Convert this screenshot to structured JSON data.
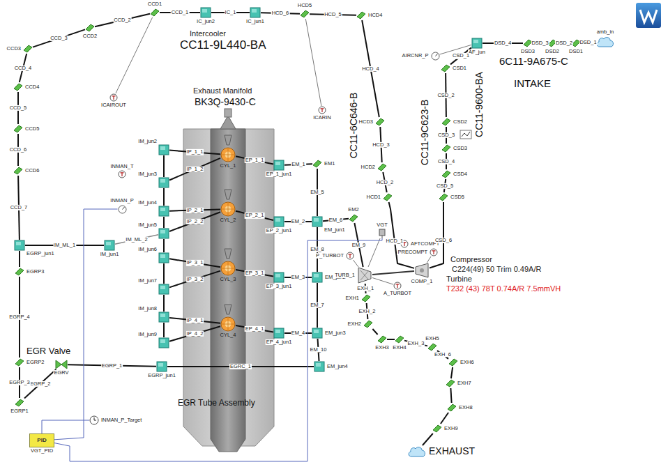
{
  "diagram": {
    "nodes": [
      {
        "text": [
          "amb_in"
        ]
      },
      {
        "text": [
          "DSD1"
        ]
      },
      {
        "text": [
          "DSD2"
        ]
      },
      {
        "text": [
          "DSD3"
        ]
      },
      {
        "text": [
          "AF_jun"
        ]
      },
      {
        "text": [
          "AIRCNR_P"
        ]
      },
      {
        "text": [
          "CSD1"
        ]
      },
      {
        "text": [
          "CSD2"
        ]
      },
      {
        "text": [
          "CSD3"
        ]
      },
      {
        "text": [
          "CSD4"
        ]
      },
      {
        "text": [
          "CSD5"
        ]
      },
      {
        "text": [
          "COMP_1"
        ]
      },
      {
        "text": [
          "PRECOMPT"
        ]
      },
      {
        "text": [
          "AFTCOMPT"
        ]
      },
      {
        "text": [
          "HCD1"
        ]
      },
      {
        "text": [
          "HCD2"
        ]
      },
      {
        "text": [
          "HCD3"
        ]
      },
      {
        "text": [
          "HCD4"
        ]
      },
      {
        "text": [
          "HCD5"
        ]
      },
      {
        "text": [
          "ICARIN"
        ]
      },
      {
        "text": [
          "IC_jun1"
        ]
      },
      {
        "text": [
          "IC_jun2"
        ]
      },
      {
        "text": [
          "CCD1"
        ]
      },
      {
        "text": [
          "ICAIROUT"
        ]
      },
      {
        "text": [
          "CCD2"
        ]
      },
      {
        "text": [
          "CCD3"
        ]
      },
      {
        "text": [
          "CCD4"
        ]
      },
      {
        "text": [
          "CCD5"
        ]
      },
      {
        "text": [
          "CCD6"
        ]
      },
      {
        "text": [
          "EGRP_jun1"
        ]
      },
      {
        "text": [
          "IM_jun1"
        ]
      },
      {
        "text": [
          "IM_jun2"
        ]
      },
      {
        "text": [
          "IM_jun3"
        ]
      },
      {
        "text": [
          "IM_jun4"
        ]
      },
      {
        "text": [
          "IM_jun5"
        ]
      },
      {
        "text": [
          "IM_jun6"
        ]
      },
      {
        "text": [
          "IM_jun7"
        ]
      },
      {
        "text": [
          "IM_jun8"
        ]
      },
      {
        "text": [
          "IM_jun9"
        ]
      },
      {
        "text": [
          "INMAN_P"
        ]
      },
      {
        "text": [
          "INMAN_T"
        ]
      },
      {
        "text": [
          "CYL_1"
        ]
      },
      {
        "text": [
          "CYL_2"
        ]
      },
      {
        "text": [
          "CYL_3"
        ]
      },
      {
        "text": [
          "CYL_4"
        ]
      },
      {
        "text": [
          "EP_1_jun1"
        ]
      },
      {
        "text": [
          "EP_2_jun1"
        ]
      },
      {
        "text": [
          "EP_3_jun1"
        ]
      },
      {
        "text": [
          "EP_4_jun1"
        ]
      },
      {
        "text": [
          "EM1"
        ]
      },
      {
        "text": [
          "EM_jun1"
        ]
      },
      {
        "text": [
          "EM_jun2"
        ]
      },
      {
        "text": [
          "EM_jun3"
        ]
      },
      {
        "text": [
          "EM_jun4"
        ]
      },
      {
        "text": [
          "EM2"
        ]
      },
      {
        "text": [
          "VGT"
        ]
      },
      {
        "text": [
          "TURB_1"
        ]
      },
      {
        "text": [
          "P_TURBOT"
        ]
      },
      {
        "text": [
          "A_TURBOT"
        ]
      },
      {
        "text": [
          "EXH1"
        ]
      },
      {
        "text": [
          "EXH2"
        ]
      },
      {
        "text": [
          "EXH3"
        ]
      },
      {
        "text": [
          "EXH4"
        ]
      },
      {
        "text": [
          "EXH5"
        ]
      },
      {
        "text": [
          "EXH6"
        ]
      },
      {
        "text": [
          "EXH7"
        ]
      },
      {
        "text": [
          "EXH8"
        ]
      },
      {
        "text": [
          "EXH9"
        ]
      },
      {
        "text": [
          "EXHAUST"
        ]
      },
      {
        "text": [
          "EGRP3"
        ]
      },
      {
        "text": [
          "EGRP2"
        ]
      },
      {
        "text": [
          "EGRP1"
        ]
      },
      {
        "text": [
          "EGRV"
        ]
      },
      {
        "text": [
          "EGRP_jun1"
        ]
      },
      {
        "text": [
          "PID",
          "VGT_PID"
        ]
      },
      {
        "text": [
          "INMAN_P_Target"
        ]
      }
    ],
    "edges": [
      {
        "from": 0,
        "to": 1,
        "label": "DSD_1",
        "arrow": "none"
      },
      {
        "from": 1,
        "to": 2,
        "label": "DSD_2",
        "arrow": "none"
      },
      {
        "from": 2,
        "to": 3,
        "label": "DSD_3",
        "arrow": "none"
      },
      {
        "from": 3,
        "to": 4,
        "label": "DSD_4",
        "arrow": "none"
      },
      {
        "from": 5,
        "to": 4,
        "arrow": "none"
      },
      {
        "from": 4,
        "to": 6,
        "label": "CSD_1",
        "arrow": "none"
      },
      {
        "from": 6,
        "to": 7,
        "label": "CSD_2",
        "arrow": "none"
      },
      {
        "from": 7,
        "to": 8,
        "label": "CSD_3",
        "arrow": "none"
      },
      {
        "from": 8,
        "to": 9,
        "label": "CSD_4",
        "arrow": "none"
      },
      {
        "from": 9,
        "to": 10,
        "label": "CSD_5",
        "arrow": "none"
      },
      {
        "from": 10,
        "to": 11,
        "label": "CSD_6",
        "arrow": "none"
      },
      {
        "from": 12,
        "to": 11,
        "arrow": "none"
      },
      {
        "from": 11,
        "to": 14,
        "label": "HCD_1",
        "arrow": "none"
      },
      {
        "from": 14,
        "to": 15,
        "label": "HCD_2",
        "arrow": "none"
      },
      {
        "from": 15,
        "to": 16,
        "label": "HCD_3",
        "arrow": "none"
      },
      {
        "from": 16,
        "to": 17,
        "label": "HCD_4",
        "arrow": "none"
      },
      {
        "from": 17,
        "to": 18,
        "label": "HCD_5",
        "arrow": "none"
      },
      {
        "from": 19,
        "to": 18,
        "arrow": "none"
      },
      {
        "from": 18,
        "to": 20,
        "label": "HCD_6",
        "arrow": "none"
      },
      {
        "from": 20,
        "to": 21,
        "label": "IC_1",
        "arrow": "none"
      },
      {
        "from": 21,
        "to": 22,
        "label": "CCD_1",
        "arrow": "none"
      },
      {
        "from": 23,
        "to": 22,
        "arrow": "none"
      },
      {
        "from": 22,
        "to": 24,
        "label": "CCD_2",
        "arrow": "none"
      },
      {
        "from": 24,
        "to": 25,
        "label": "CCD_3",
        "arrow": "none"
      },
      {
        "from": 25,
        "to": 26,
        "label": "CCD_4",
        "arrow": "none"
      },
      {
        "from": 26,
        "to": 27,
        "label": "CCD_5",
        "arrow": "none"
      },
      {
        "from": 27,
        "to": 28,
        "label": "CCD_6",
        "arrow": "none"
      },
      {
        "from": 28,
        "to": 29,
        "label": "CCD_7",
        "arrow": "none"
      },
      {
        "from": 29,
        "to": 30,
        "label": "IM_ML_1",
        "arrow": "none"
      },
      {
        "from": 30,
        "to": 34,
        "label": "IM_ML_2",
        "arrow": "none"
      },
      {
        "from": 31,
        "to": 32,
        "arrow": "none"
      },
      {
        "from": 32,
        "to": 33,
        "arrow": "none"
      },
      {
        "from": 33,
        "to": 34,
        "arrow": "none"
      },
      {
        "from": 34,
        "to": 35,
        "arrow": "none"
      },
      {
        "from": 35,
        "to": 36,
        "arrow": "none"
      },
      {
        "from": 36,
        "to": 37,
        "arrow": "none"
      },
      {
        "from": 37,
        "to": 38,
        "arrow": "none"
      },
      {
        "from": 31,
        "to": 41,
        "label": "IP_1_1",
        "arrow": "none"
      },
      {
        "from": 32,
        "to": 41,
        "label": "IP_1_2",
        "arrow": "none"
      },
      {
        "from": 33,
        "to": 42,
        "label": "IP_2_1",
        "arrow": "none"
      },
      {
        "from": 34,
        "to": 42,
        "label": "IP_2_2",
        "arrow": "none"
      },
      {
        "from": 35,
        "to": 43,
        "label": "IP_3_1",
        "arrow": "none"
      },
      {
        "from": 36,
        "to": 43,
        "label": "IP_3_2",
        "arrow": "none"
      },
      {
        "from": 37,
        "to": 44,
        "label": "IP_4_1",
        "arrow": "none"
      },
      {
        "from": 38,
        "to": 44,
        "label": "IP_4_2",
        "arrow": "none"
      },
      {
        "from": 41,
        "to": 45,
        "label": "EP_1_1",
        "arrow": "none"
      },
      {
        "from": 42,
        "to": 46,
        "label": "EP_2_1",
        "arrow": "none"
      },
      {
        "from": 43,
        "to": 47,
        "label": "EP_3_1",
        "arrow": "none"
      },
      {
        "from": 44,
        "to": 48,
        "label": "EP_4_1",
        "arrow": "none"
      },
      {
        "from": 45,
        "to": 49,
        "label": "EM_1",
        "arrow": "none"
      },
      {
        "from": 46,
        "to": 50,
        "label": "EM_2",
        "arrow": "none"
      },
      {
        "from": 47,
        "to": 51,
        "label": "EM_3",
        "arrow": "none"
      },
      {
        "from": 48,
        "to": 52,
        "label": "EM_4",
        "arrow": "none"
      },
      {
        "from": 49,
        "to": 50,
        "label": "EM_5",
        "arrow": "none"
      },
      {
        "from": 50,
        "to": 51,
        "label": "EM_8",
        "arrow": "none"
      },
      {
        "from": 51,
        "to": 52,
        "label": "EM_7",
        "arrow": "none"
      },
      {
        "from": 52,
        "to": 53,
        "label": "EM_10",
        "arrow": "none"
      },
      {
        "from": 50,
        "to": 54,
        "label": "EM_6",
        "arrow": "none"
      },
      {
        "from": 54,
        "to": 56,
        "label": "EM_9",
        "arrow": "none"
      },
      {
        "from": 55,
        "to": 56,
        "arrow": "none"
      },
      {
        "from": 57,
        "to": 56,
        "arrow": "none"
      },
      {
        "from": 58,
        "to": 56,
        "arrow": "none"
      },
      {
        "from": 56,
        "to": 11,
        "arrow": "none"
      },
      {
        "from": 56,
        "to": 59,
        "label": "EXH_1",
        "arrow": "none"
      },
      {
        "from": 59,
        "to": 60,
        "label": "EXH_2",
        "arrow": "none"
      },
      {
        "from": 60,
        "to": 61,
        "arrow": "none"
      },
      {
        "from": 61,
        "to": 62,
        "arrow": "none"
      },
      {
        "from": 62,
        "to": 63,
        "label": "EXH_3",
        "arrow": "none"
      },
      {
        "from": 63,
        "to": 64,
        "label": "EXH_6",
        "arrow": "none"
      },
      {
        "from": 64,
        "to": 65,
        "arrow": "none"
      },
      {
        "from": 65,
        "to": 66,
        "arrow": "none"
      },
      {
        "from": 66,
        "to": 67,
        "arrow": "none"
      },
      {
        "from": 67,
        "to": 68,
        "arrow": "none"
      },
      {
        "from": 53,
        "to": 73,
        "label": "EGRC_1",
        "arrow": "none"
      },
      {
        "from": 73,
        "to": 72,
        "label": "EGRP_1",
        "arrow": "none"
      },
      {
        "from": 72,
        "to": 71,
        "label": "EGRP_2",
        "arrow": "none"
      },
      {
        "from": 71,
        "to": 70,
        "label": "EGRP_3",
        "arrow": "none"
      },
      {
        "from": 70,
        "to": 69,
        "label": "EGRP_4",
        "arrow": "none"
      },
      {
        "from": 69,
        "to": 29,
        "arrow": "none"
      },
      {
        "from": 39,
        "to": 74,
        "arrow": "none"
      },
      {
        "from": 74,
        "to": 55,
        "arrow": "none"
      },
      {
        "from": 75,
        "to": 74,
        "arrow": "none"
      }
    ],
    "labels": [
      "Intercooler",
      "CC11-9L440-BA",
      "Exhaust Manifold",
      "BK3Q-9430-C",
      "CC11-6C646-B",
      "CC11-9C623-B",
      "CC11-9600-BA",
      "6C11-9A675-C",
      "INTAKE",
      "Compressor",
      "C224(49) 50 Trim 0.49A/R",
      "Turbine",
      "T232 (43) 78T 0.74A/R 7.5mmVH",
      "EGR Valve",
      "EGR Tube Assembly"
    ]
  }
}
